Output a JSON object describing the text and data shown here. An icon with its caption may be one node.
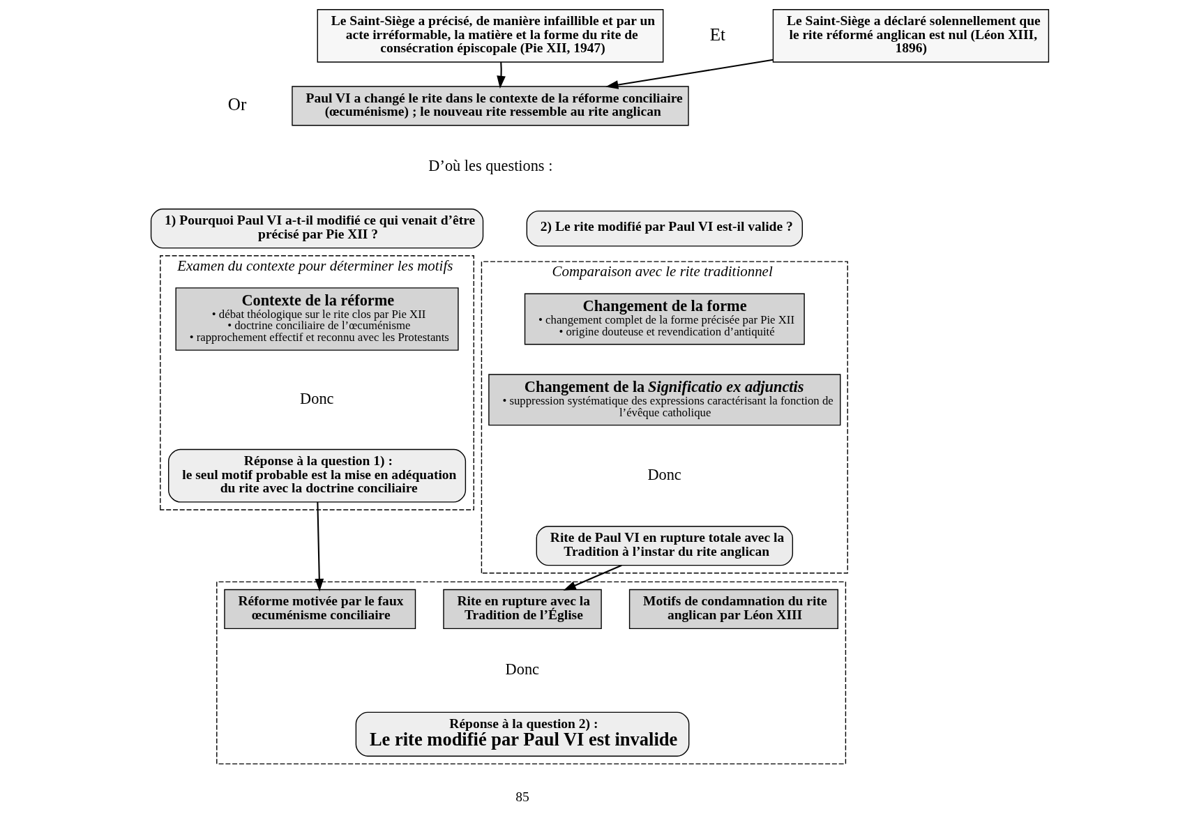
{
  "diagram": {
    "nodes": [
      {
        "text": [
          "Le Saint-Siège a précisé, de manière infaillible et par un acte irréformable, la matière et la forme du rite de consécration épiscopale (Pie XII, 1947)"
        ]
      },
      {
        "text": [
          "Le Saint-Siège a déclaré solennellement que le rite réformé anglican est nul (Léon XIII, 1896)"
        ]
      },
      {
        "text": [
          "Paul VI a changé le rite dans le contexte de la réforme conciliaire (œcuménisme) ; le nouveau rite ressemble au rite anglican"
        ]
      },
      {
        "text": [
          "1) Pourquoi Paul VI a-t-il modifié ce qui venait d’être précisé par Pie XII ?"
        ]
      },
      {
        "text": [
          "2) Le rite modifié par Paul VI est-il valide ?"
        ]
      },
      {
        "text": [
          "Examen du contexte pour déterminer les motifs"
        ]
      },
      {
        "text": [
          "Contexte de la réforme",
          "• débat théologique sur le rite clos par Pie XII",
          "• doctrine conciliaire de l’œcuménisme",
          "• rapprochement effectif et reconnu avec les Protestants"
        ],
        "in": 5
      },
      {
        "text": [
          "Réponse à la question 1) :",
          "le seul motif probable est la mise en adéquation du rite avec la doctrine conciliaire"
        ],
        "in": 5
      },
      {
        "text": [
          "Comparaison avec le rite traditionnel"
        ]
      },
      {
        "text": [
          "Changement de la forme",
          "• changement complet de la forme précisée par Pie XII",
          "• origine douteuse et revendication d’antiquité"
        ],
        "in": 8
      },
      {
        "text": [
          "Changement de la *Significatio ex adjunctis*",
          "• suppression systématique des expressions caractérisant la fonction de l’évêque catholique"
        ],
        "in": 8
      },
      {
        "text": [
          "Rite de Paul VI en rupture totale avec la Tradition à l’instar du rite anglican"
        ],
        "in": 8
      },
      {
        "text": [],
        "shape": "box"
      },
      {
        "text": [
          "Réforme motivée par le faux œcuménisme conciliaire"
        ],
        "in": 12
      },
      {
        "text": [
          "Rite en rupture avec la Tradition de l’Église"
        ],
        "in": 12
      },
      {
        "text": [
          "Motifs de condamnation du rite anglican par Léon XIII"
        ],
        "in": 12
      },
      {
        "text": [
          "Réponse à la question 2) :",
          "Le rite modifié par Paul VI est invalide"
        ],
        "in": 12
      }
    ],
    "edges": [
      {
        "from": 0,
        "to": 2,
        "arrow": "to"
      },
      {
        "from": 1,
        "to": 2,
        "arrow": "to"
      },
      {
        "from": 7,
        "to": 13,
        "arrow": "to"
      },
      {
        "from": 11,
        "to": 14,
        "arrow": "to"
      }
    ],
    "labels": [
      "Et",
      "Or",
      "D’où les questions :",
      "Donc",
      "Donc",
      "Donc",
      "85"
    ]
  }
}
